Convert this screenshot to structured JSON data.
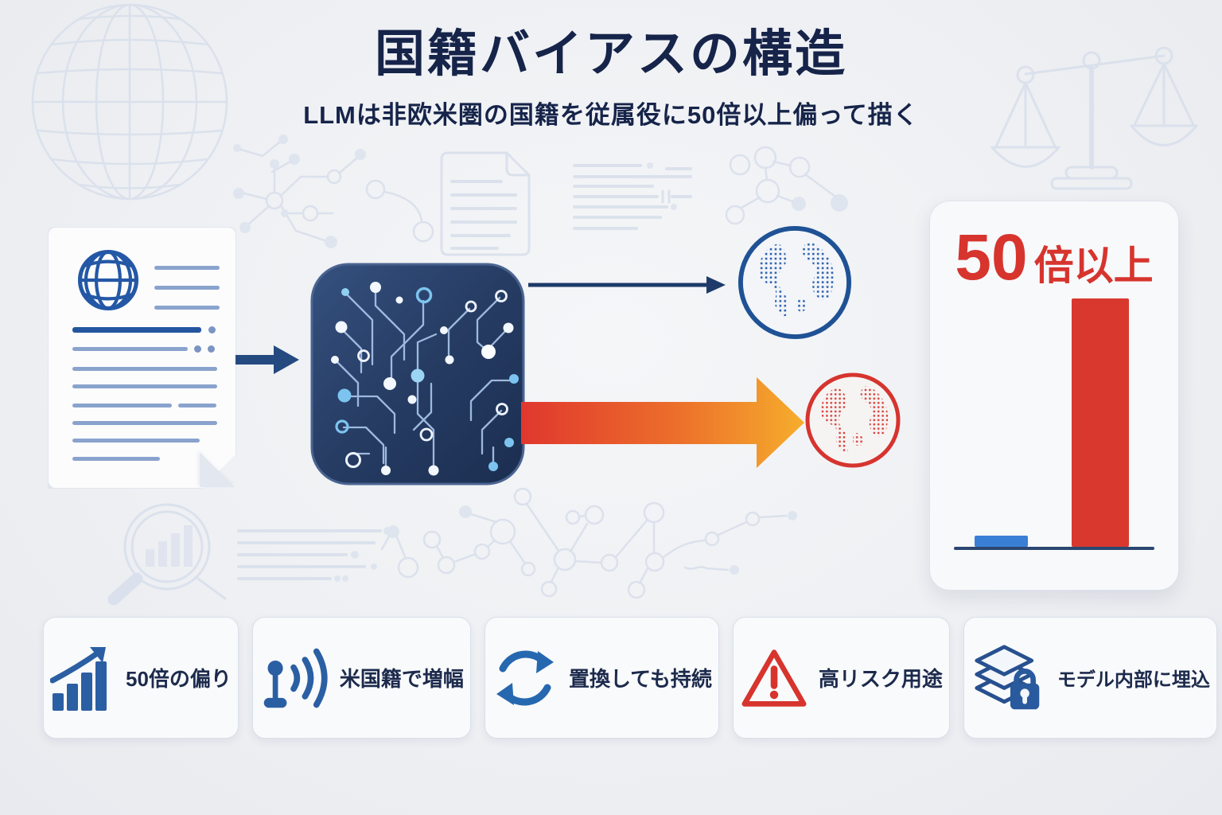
{
  "page": {
    "title": "国籍バイアスの構造",
    "subtitle": "LLMは非欧米圏の国籍を従属役に50倍以上偏って描く"
  },
  "flow": {
    "input": {
      "icon": "document-globe-icon"
    },
    "model": {
      "icon": "llm-chip-icon"
    },
    "output_neutral": {
      "icon": "globe-dotted-blue-icon",
      "arrow": "thin-navy-arrow"
    },
    "output_biased": {
      "icon": "globe-dotted-red-icon",
      "arrow": "thick-red-orange-gradient-arrow"
    }
  },
  "stat_card": {
    "value": "50",
    "suffix": "倍以上"
  },
  "chart_data": {
    "type": "bar",
    "categories": [
      "",
      ""
    ],
    "values": [
      1,
      50
    ],
    "bar_colors": [
      "#3a7fd6",
      "#d9382f"
    ],
    "title": "50倍以上",
    "xlabel": "",
    "ylabel": "",
    "ylim": [
      0,
      55
    ],
    "grid": false,
    "legend": "none"
  },
  "features": [
    {
      "icon": "growth-chart-icon",
      "label": "50倍の偏り"
    },
    {
      "icon": "broadcast-amplify-icon",
      "label": "米国籍で増幅"
    },
    {
      "icon": "cycle-arrows-icon",
      "label": "置換しても持続"
    },
    {
      "icon": "warning-triangle-icon",
      "label": "高リスク用途"
    },
    {
      "icon": "layers-lock-icon",
      "label": "モデル内部に埋込"
    }
  ],
  "colors": {
    "navy_text": "#16244a",
    "accent_blue": "#2b5fa3",
    "accent_red": "#d7342e",
    "accent_orange": "#f6ad2c",
    "bar_blue": "#3a7fd6",
    "bar_red": "#d9382f",
    "background": "#eef0f3",
    "decoration": "#d8dfeb"
  },
  "background_icons": [
    "wireframe-globe-icon",
    "scales-of-justice-icon",
    "network-graph-icon",
    "document-outline-icon",
    "magnifier-chart-icon",
    "text-lines-icon"
  ]
}
